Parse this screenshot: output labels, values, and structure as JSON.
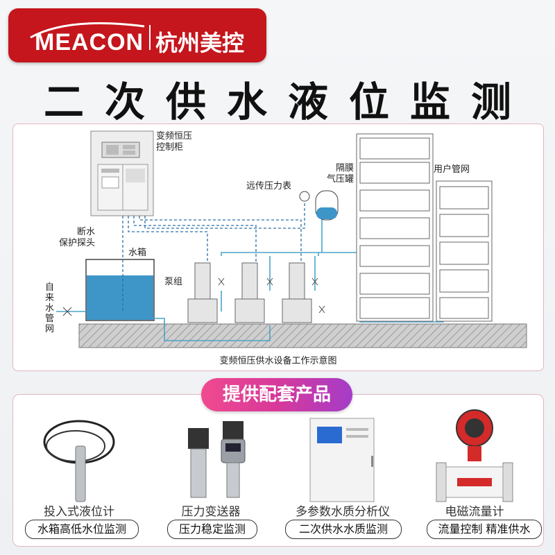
{
  "brand": {
    "name_en": "MEACON",
    "name_cn": "杭州美控",
    "color": "#c4161c"
  },
  "title": "二次供水液位监测",
  "diagram": {
    "labels": {
      "cabinet": "变频恒压\n控制柜",
      "cutoff_probe": "断水\n保护探头",
      "water_tank": "水箱",
      "remote_gauge": "远传压力表",
      "diaphragm_tank": "隔膜\n气压罐",
      "user_network": "用户管网",
      "pump_group": "泵组",
      "tap_water": "自\n来\n水\n管\n网"
    },
    "caption": "变频恒压供水设备工作示意图"
  },
  "section_banner": "提供配套产品",
  "products": [
    {
      "name": "投入式液位计",
      "tag": "水箱高低水位监测"
    },
    {
      "name": "压力变送器",
      "tag": "压力稳定监测"
    },
    {
      "name": "多参数水质分析仪",
      "tag": "二次供水水质监测"
    },
    {
      "name": "电磁流量计",
      "tag": "流量控制 精准供水"
    }
  ],
  "colors": {
    "accent_pink": "#e8438f",
    "pipe_blue": "#4aa3c8",
    "water": "#3d95c8"
  }
}
